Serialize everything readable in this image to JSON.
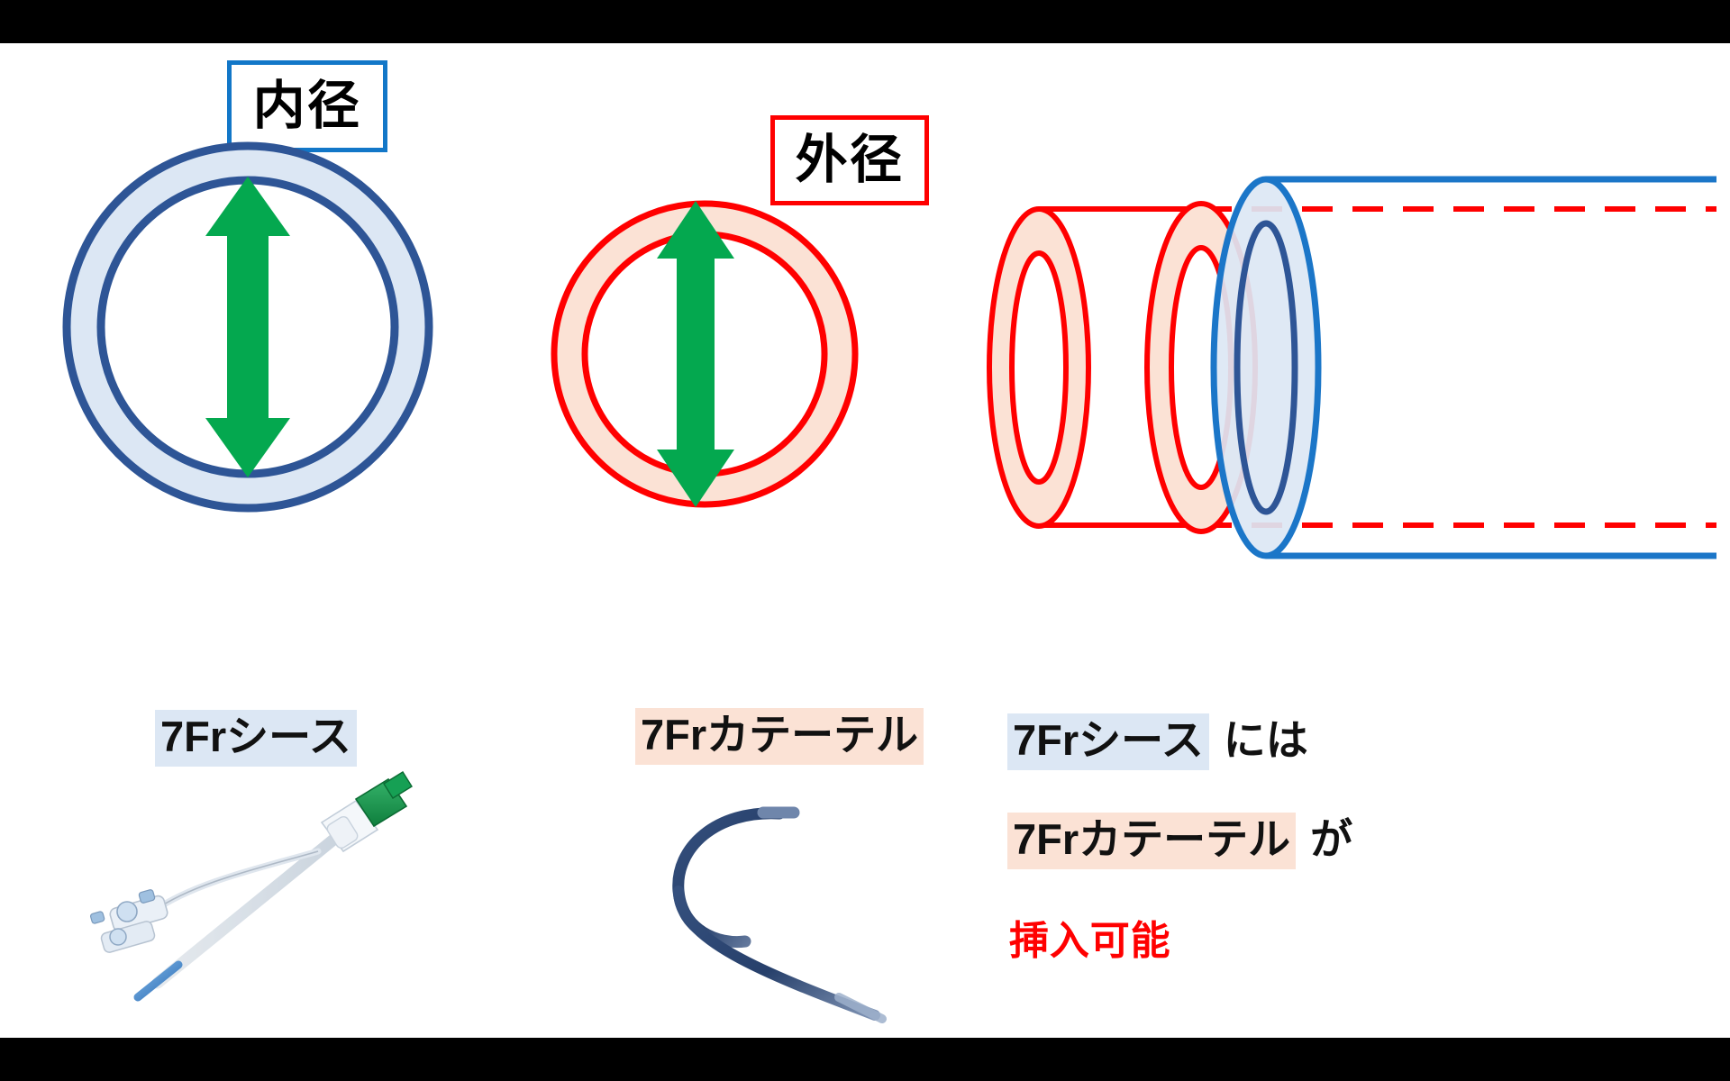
{
  "slide": {
    "background": "#FFFFFF",
    "letterbox_color": "#000000",
    "colors": {
      "sheath_stroke": "#2E5596",
      "sheath_fill": "#DCE7F4",
      "catheter_stroke": "#FF0000",
      "catheter_fill": "#FBE2D5",
      "arrow_green": "#04A84F",
      "callout_inner_border": "#1277C8",
      "callout_outer_border": "#FF0000",
      "tube_blue_stroke": "#1B76C8",
      "chip_blue": "#DCE7F4",
      "chip_peach": "#FBE2D5",
      "red_text": "#FF0000"
    }
  },
  "callouts": {
    "inner_diameter": "内径",
    "outer_diameter": "外径"
  },
  "columns": [
    {
      "id": "sheath",
      "caption": "7Frシース",
      "caption_style": "blue",
      "callout": "内径",
      "measure": "inner-diameter",
      "device": "introducer-sheath"
    },
    {
      "id": "catheter",
      "caption": "7Frカテーテル",
      "caption_style": "peach",
      "callout": "外径",
      "measure": "outer-diameter",
      "device": "angiographic-catheter"
    }
  ],
  "conclusion": {
    "line1": {
      "term": "7Frシース",
      "term_style": "blue",
      "tail": "には"
    },
    "line2": {
      "term": "7Frカテーテル",
      "term_style": "peach",
      "tail": "が"
    },
    "line3": {
      "text": "挿入可能",
      "style": "red"
    }
  },
  "diagram": {
    "left_ring_label": "sheath-annulus-front-view",
    "middle_ring_label": "catheter-annulus-front-view",
    "right_label": "catheter-inside-sheath-perspective",
    "arrow_label": "green-double-headed-measure-arrow"
  }
}
